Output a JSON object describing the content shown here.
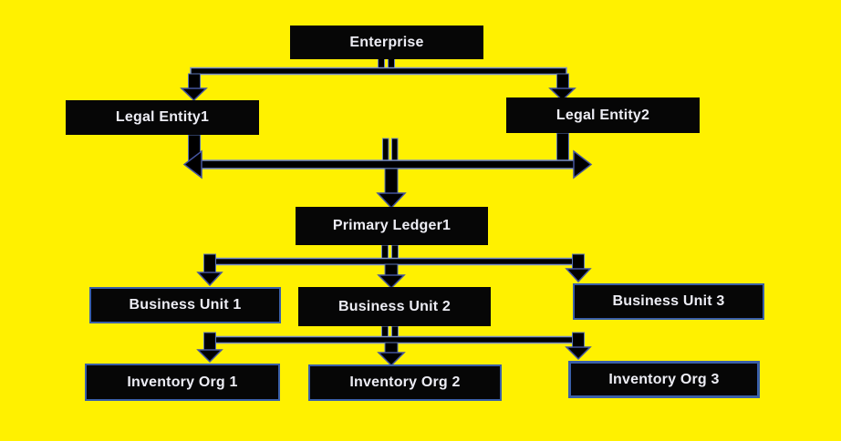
{
  "diagram": {
    "type": "org-hierarchy",
    "background_color": "#FFF100",
    "node_fill_color": "#060606",
    "node_text_color": "#EDEDF4",
    "node_border_color": "#3A5FA8",
    "connector_fill_color": "#000000",
    "connector_outline_color": "#6E86C2",
    "nodes": {
      "enterprise": {
        "label": "Enterprise"
      },
      "legal_entity_1": {
        "label": "Legal Entity1"
      },
      "legal_entity_2": {
        "label": "Legal Entity2"
      },
      "primary_ledger_1": {
        "label": "Primary Ledger1"
      },
      "business_unit_1": {
        "label": "Business Unit 1"
      },
      "business_unit_2": {
        "label": "Business Unit 2"
      },
      "business_unit_3": {
        "label": "Business Unit 3"
      },
      "inventory_org_1": {
        "label": "Inventory Org 1"
      },
      "inventory_org_2": {
        "label": "Inventory Org 2"
      },
      "inventory_org_3": {
        "label": "Inventory Org 3"
      }
    },
    "edges": [
      {
        "from": "Enterprise",
        "to": "Legal Entity1"
      },
      {
        "from": "Enterprise",
        "to": "Legal Entity2"
      },
      {
        "from": "Legal Entity1",
        "to": "Primary Ledger1"
      },
      {
        "from": "Legal Entity2",
        "to": "Primary Ledger1"
      },
      {
        "from": "Primary Ledger1",
        "to": "Business Unit 1"
      },
      {
        "from": "Primary Ledger1",
        "to": "Business Unit 2"
      },
      {
        "from": "Primary Ledger1",
        "to": "Business Unit 3"
      },
      {
        "from": "Business Unit 2",
        "to": "Inventory Org 1"
      },
      {
        "from": "Business Unit 2",
        "to": "Inventory Org 2"
      },
      {
        "from": "Business Unit 2",
        "to": "Inventory Org 3"
      }
    ]
  }
}
